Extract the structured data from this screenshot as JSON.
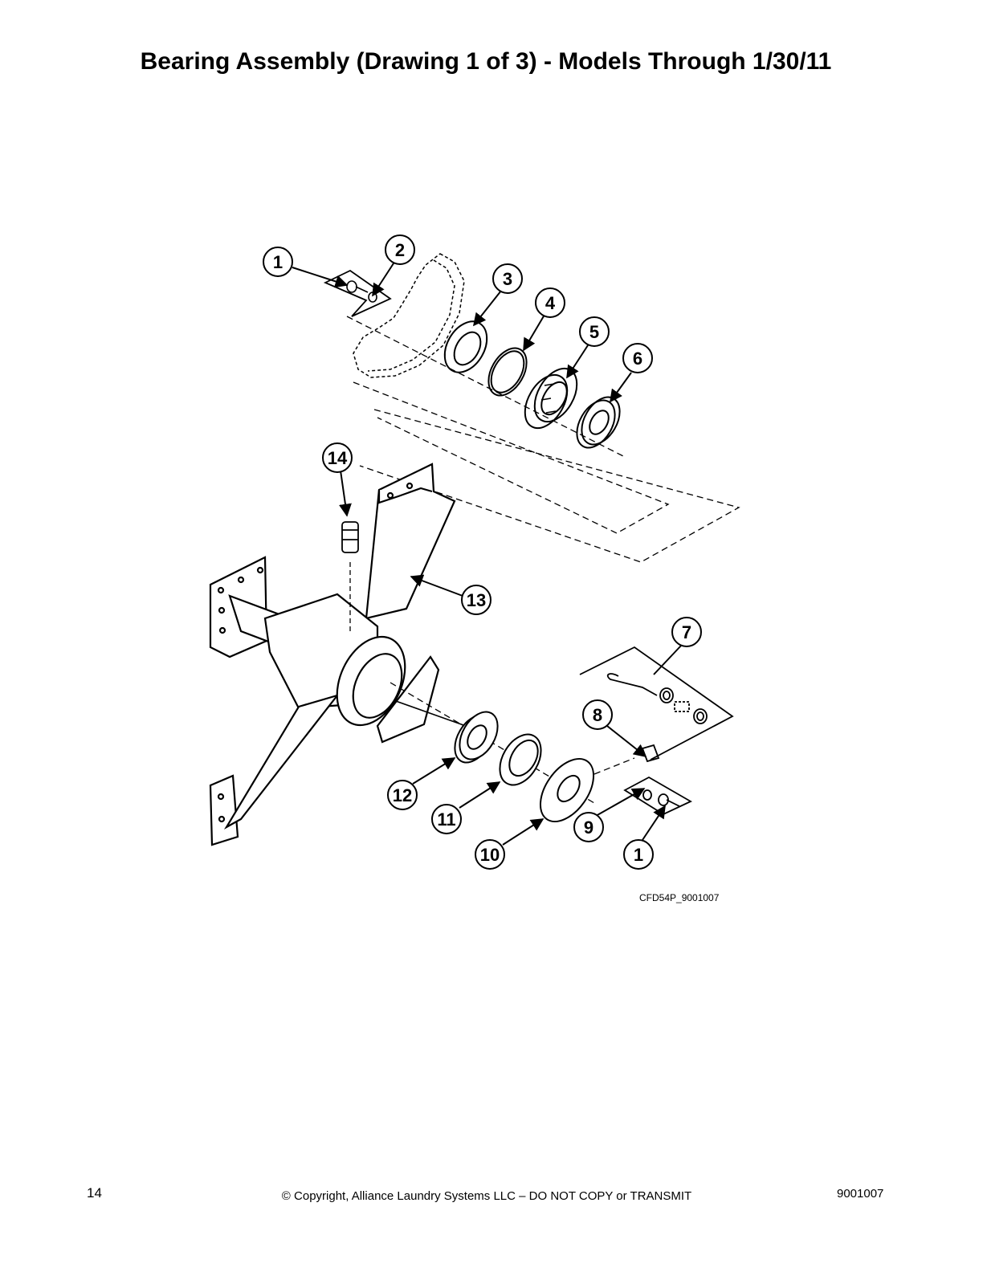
{
  "page": {
    "title": "Bearing Assembly (Drawing 1 of 3) - Models Through 1/30/11",
    "drawing_id": "CFD54P_9001007",
    "page_number": "14",
    "copyright": "© Copyright, Alliance Laundry Systems LLC – DO NOT COPY or TRANSMIT",
    "document_number": "9001007"
  },
  "callouts": [
    {
      "key": "c1a",
      "label": "1"
    },
    {
      "key": "c2",
      "label": "2"
    },
    {
      "key": "c3",
      "label": "3"
    },
    {
      "key": "c4",
      "label": "4"
    },
    {
      "key": "c5",
      "label": "5"
    },
    {
      "key": "c6",
      "label": "6"
    },
    {
      "key": "c14",
      "label": "14"
    },
    {
      "key": "c13",
      "label": "13"
    },
    {
      "key": "c7",
      "label": "7"
    },
    {
      "key": "c8",
      "label": "8"
    },
    {
      "key": "c12",
      "label": "12"
    },
    {
      "key": "c11",
      "label": "11"
    },
    {
      "key": "c9",
      "label": "9"
    },
    {
      "key": "c10",
      "label": "10"
    },
    {
      "key": "c1b",
      "label": "1"
    }
  ]
}
